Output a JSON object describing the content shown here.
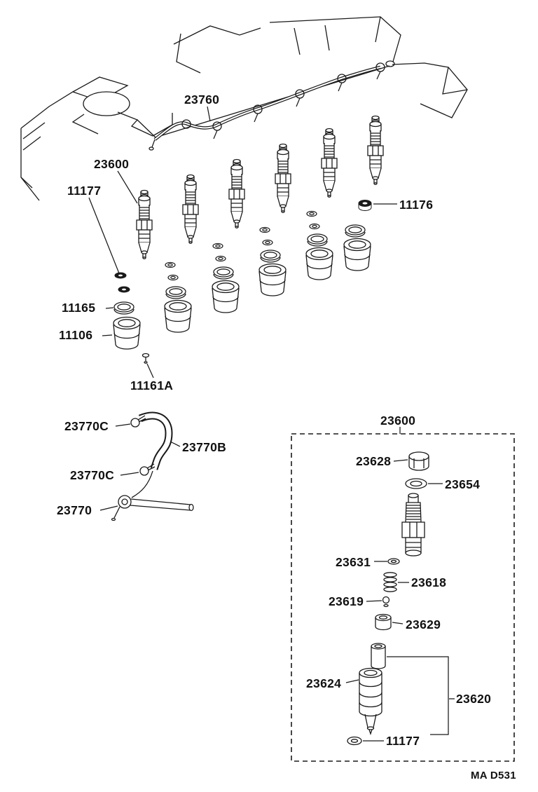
{
  "diagram": {
    "footer_code": "MA D531",
    "colors": {
      "line": "#1a1a1a",
      "background": "#ffffff",
      "text": "#111111"
    }
  },
  "labels": {
    "fuel_pipe": "23760",
    "injector_assy": "23600",
    "heat_washer_top": "11177",
    "seat_upper": "11176",
    "gasket_ring": "11165",
    "sleeve_bush": "11106",
    "pin": "11161A",
    "clamp_upper": "23770C",
    "hose": "23770B",
    "clamp_lower": "23770C",
    "return_pipe": "23770",
    "injector_detail": "23600",
    "cap_nut": "23628",
    "washer_23654": "23654",
    "washer_23631": "23631",
    "spring": "23618",
    "pressure_pin": "23619",
    "spacer": "23629",
    "retaining_nut": "23624",
    "nozzle_set": "23620",
    "nozzle_washer": "11177"
  }
}
